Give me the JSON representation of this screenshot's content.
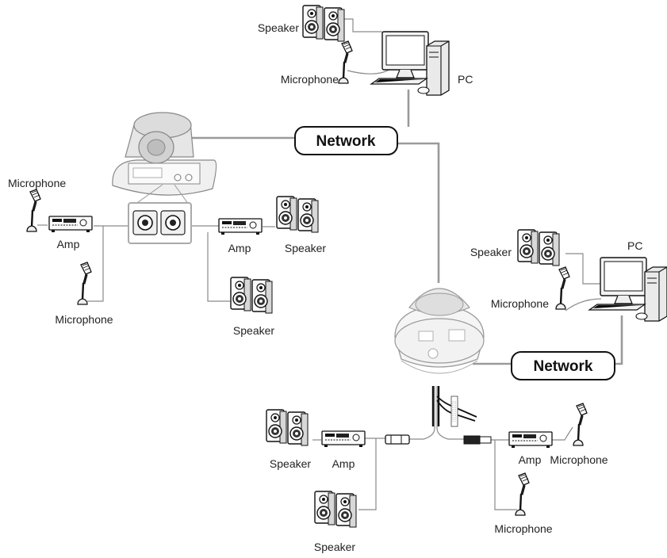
{
  "labels": {
    "network_top": "Network",
    "network_right": "Network",
    "speaker_pc_top": "Speaker",
    "microphone_pc_top": "Microphone",
    "pc_top": "PC",
    "microphone_left_top": "Microphone",
    "amp_left": "Amp",
    "microphone_left_bottom": "Microphone",
    "amp_center": "Amp",
    "speaker_center": "Speaker",
    "speaker_below_amp": "Speaker",
    "speaker_pc_right": "Speaker",
    "pc_right": "PC",
    "microphone_pc_right": "Microphone",
    "speaker_bottom_left": "Speaker",
    "amp_bottom_left": "Amp",
    "speaker_bottom": "Speaker",
    "amp_bottom_right": "Amp",
    "microphone_bottom_right": "Microphone",
    "microphone_bottom": "Microphone"
  }
}
